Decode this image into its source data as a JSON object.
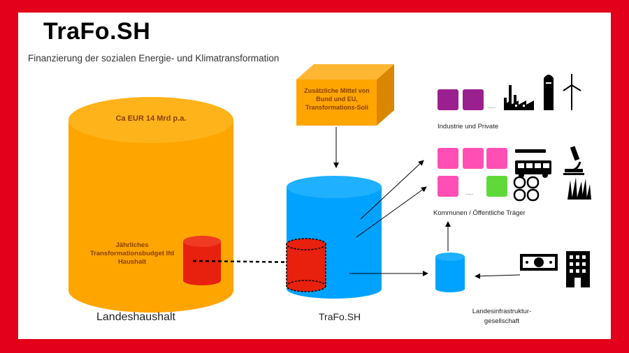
{
  "header": {
    "title": "TraFo.SH",
    "subtitle": "Finanzierung der sozialen Energie- und Klimatransformation"
  },
  "landeshaushalt": {
    "amount": "Ca EUR 14 Mrd p.a.",
    "budget_label": "Jährliches Transformationsbudget lfd Haushalt",
    "name": "Landeshaushalt"
  },
  "trafo": {
    "box_label": "Zusätzliche Mittel von Bund und EU, Transformations-Soli",
    "name": "TraFo.SH"
  },
  "recipients": {
    "industry_label": "Industrie und Private",
    "industry_dots": ".....",
    "municipal_label": "Kommunen / Öffentliche Träger",
    "municipal_dots": "....."
  },
  "infra": {
    "name": "Landesinfrastruktur-gesellschaft"
  },
  "colors": {
    "frame": "#e2001a",
    "orange": "#ffa500",
    "blue": "#00a2ff",
    "red": "#e8200e",
    "purple": "#9a1f8f",
    "pink": "#ff4fb5",
    "green": "#5fd93a"
  }
}
